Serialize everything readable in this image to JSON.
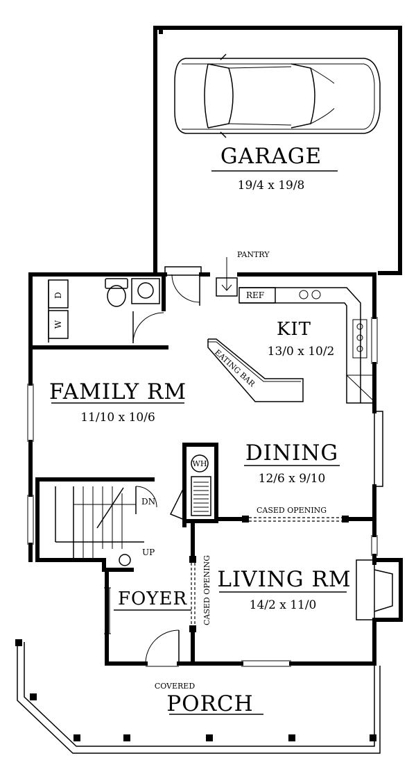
{
  "rooms": {
    "garage": {
      "name": "GARAGE",
      "size": "19/4 x 19/8"
    },
    "kitchen": {
      "name": "KIT",
      "size": "13/0 x 10/2"
    },
    "family": {
      "name": "FAMILY RM",
      "size": "11/10 x 10/6"
    },
    "dining": {
      "name": "DINING",
      "size": "12/6 x 9/10"
    },
    "living": {
      "name": "LIVING RM",
      "size": "14/2 x 11/0"
    },
    "foyer": {
      "name": "FOYER"
    },
    "porch": {
      "name": "PORCH",
      "qualifier": "COVERED"
    }
  },
  "labels": {
    "pantry": "PANTRY",
    "ref": "REF",
    "eating_bar": "EATING BAR",
    "cased_opening_1": "CASED OPENING",
    "cased_opening_2": "CASED OPENING",
    "washer": "W",
    "dryer": "D",
    "water_heater": "WH",
    "stair_down": "DN",
    "stair_up": "UP"
  }
}
